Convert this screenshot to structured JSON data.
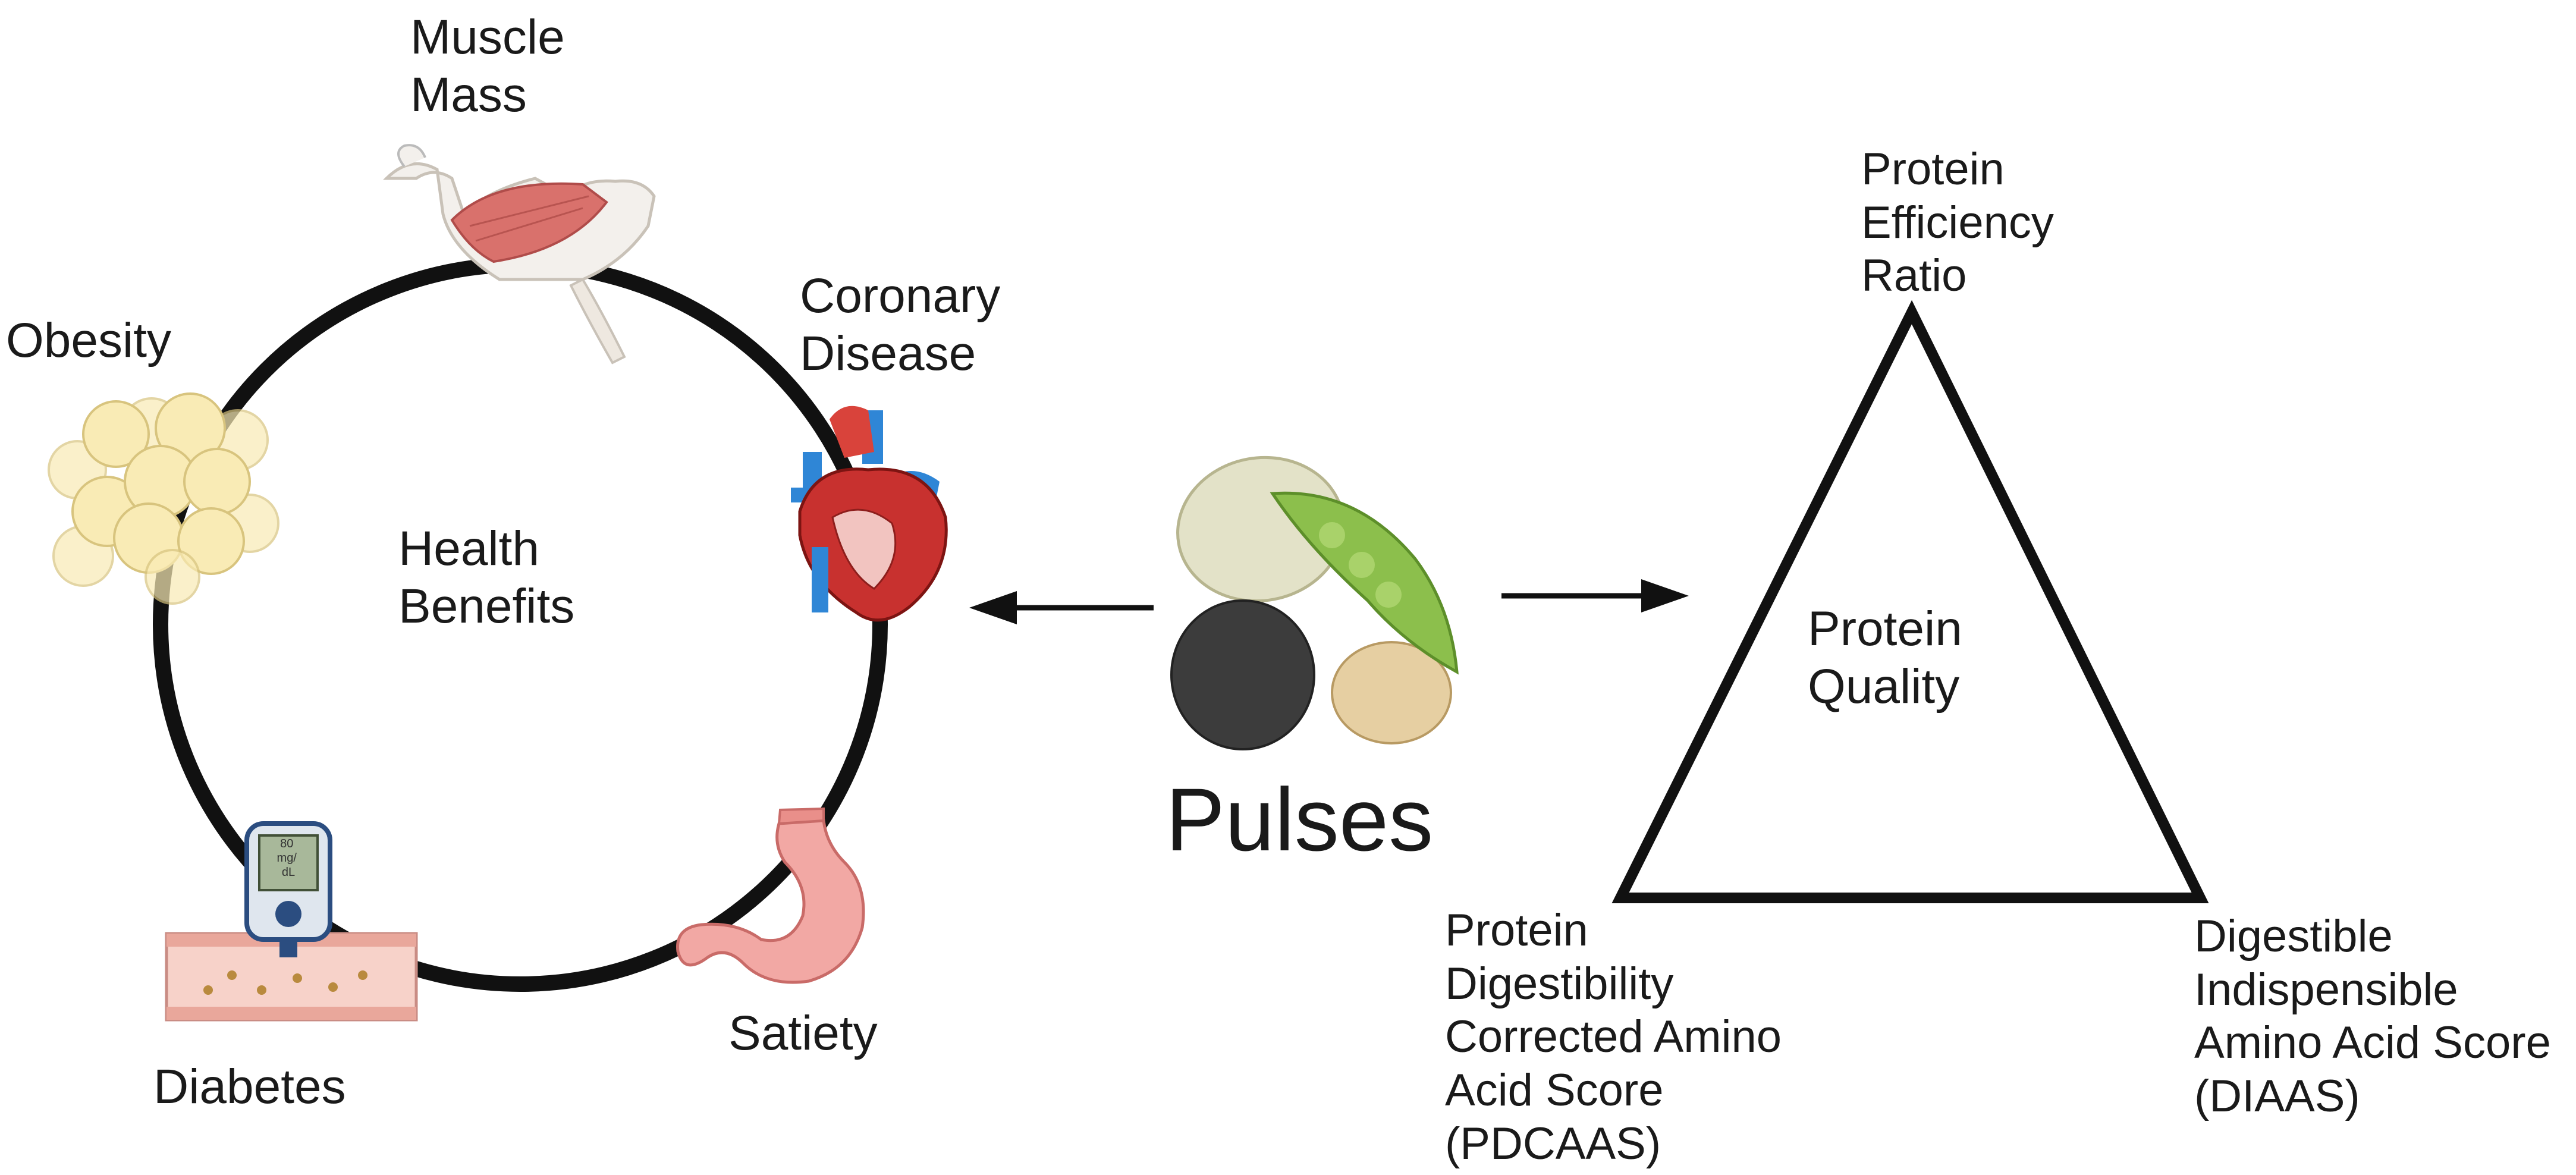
{
  "diagram": {
    "health": {
      "center": "Health\nBenefits",
      "muscle": "Muscle\nMass",
      "obesity": "Obesity",
      "coronary": "Coronary\nDisease",
      "diabetes": "Diabetes",
      "satiety": "Satiety",
      "glucose_meter": "80\nmg/\ndL"
    },
    "pulses": "Pulses",
    "quality": {
      "center": "Protein\nQuality",
      "top": "Protein\nEfficiency\nRatio",
      "left": "Protein\nDigestibility\nCorrected Amino\nAcid Score\n(PDCAAS)",
      "right": "Digestible\nIndispensible\nAmino Acid Score\n(DIAAS)"
    }
  }
}
